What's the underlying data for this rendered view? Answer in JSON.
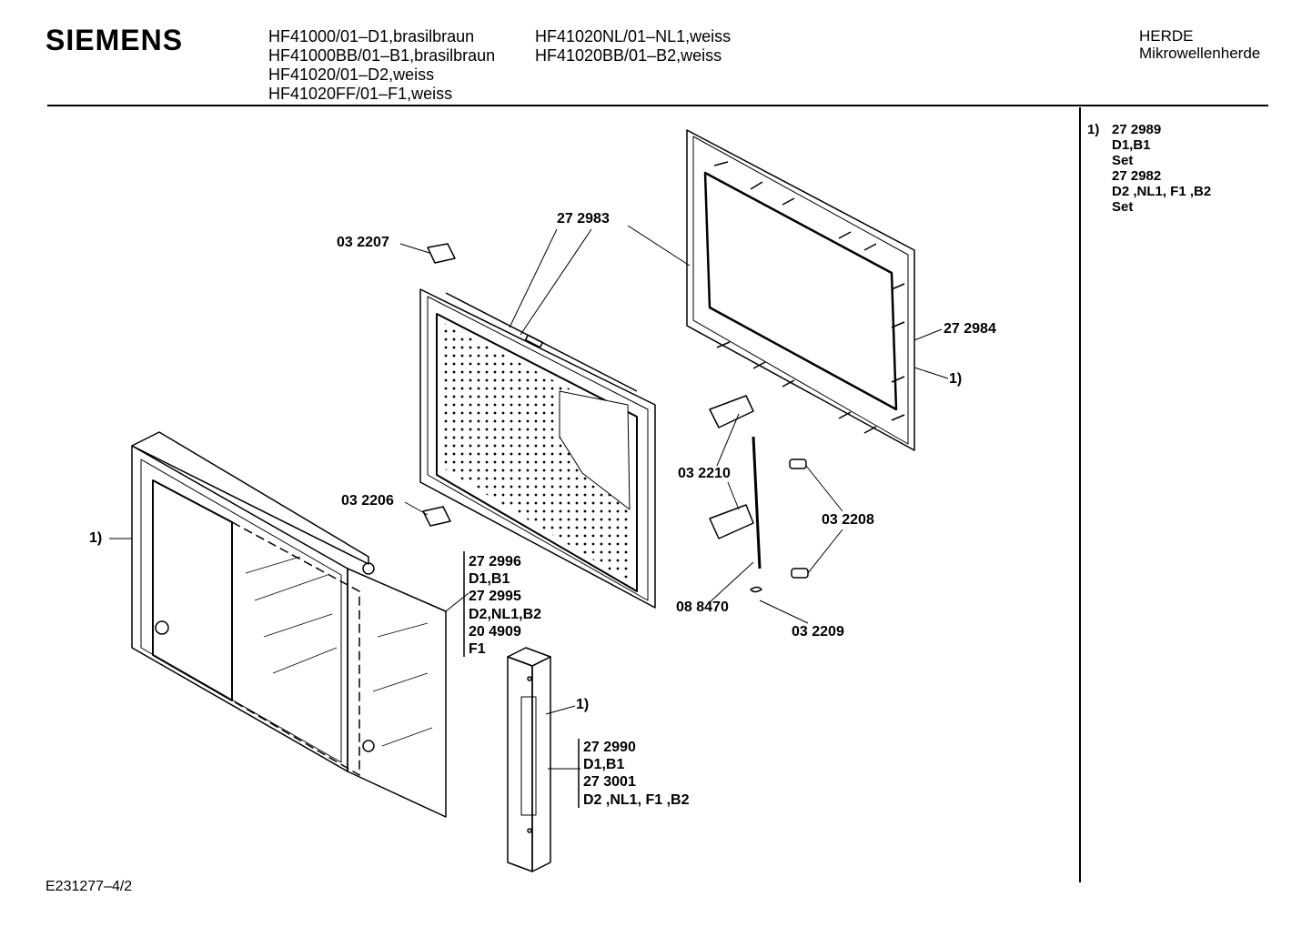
{
  "header": {
    "brand": "SIEMENS",
    "models_col1": [
      "HF41000/01–D1,brasilbraun",
      "HF41000BB/01–B1,brasilbraun",
      "HF41020/01–D2,weiss",
      "HF41020FF/01–F1,weiss"
    ],
    "models_col2": [
      "HF41020NL/01–NL1,weiss",
      "HF41020BB/01–B2,weiss"
    ],
    "category": [
      "HERDE",
      "Mikrowellenherde"
    ]
  },
  "side_note": {
    "marker": "1)",
    "lines": [
      "27 2989",
      "D1,B1",
      "Set",
      "27 2982",
      "D2 ,NL1, F1 ,B2",
      "Set"
    ]
  },
  "parts": {
    "p272983": "27 2983",
    "p032207": "03 2207",
    "p272984": "27 2984",
    "ref_frame": "1)",
    "p032210": "03 2210",
    "p032208": "03 2208",
    "p032206": "03 2206",
    "ref_door": "1)",
    "p088470": "08 8470",
    "p032209": "03 2209",
    "ref_handle": "1)"
  },
  "groups": {
    "door_glass": [
      "27 2996",
      "D1,B1",
      "27 2995",
      "D2,NL1,B2",
      "20 4909",
      "F1"
    ],
    "handle": [
      "27 2990",
      "D1,B1",
      "27 3001",
      "D2 ,NL1, F1 ,B2"
    ]
  },
  "footer": {
    "drawing_code": "E231277–4/2"
  },
  "colors": {
    "ink": "#000000",
    "paper": "#ffffff"
  }
}
